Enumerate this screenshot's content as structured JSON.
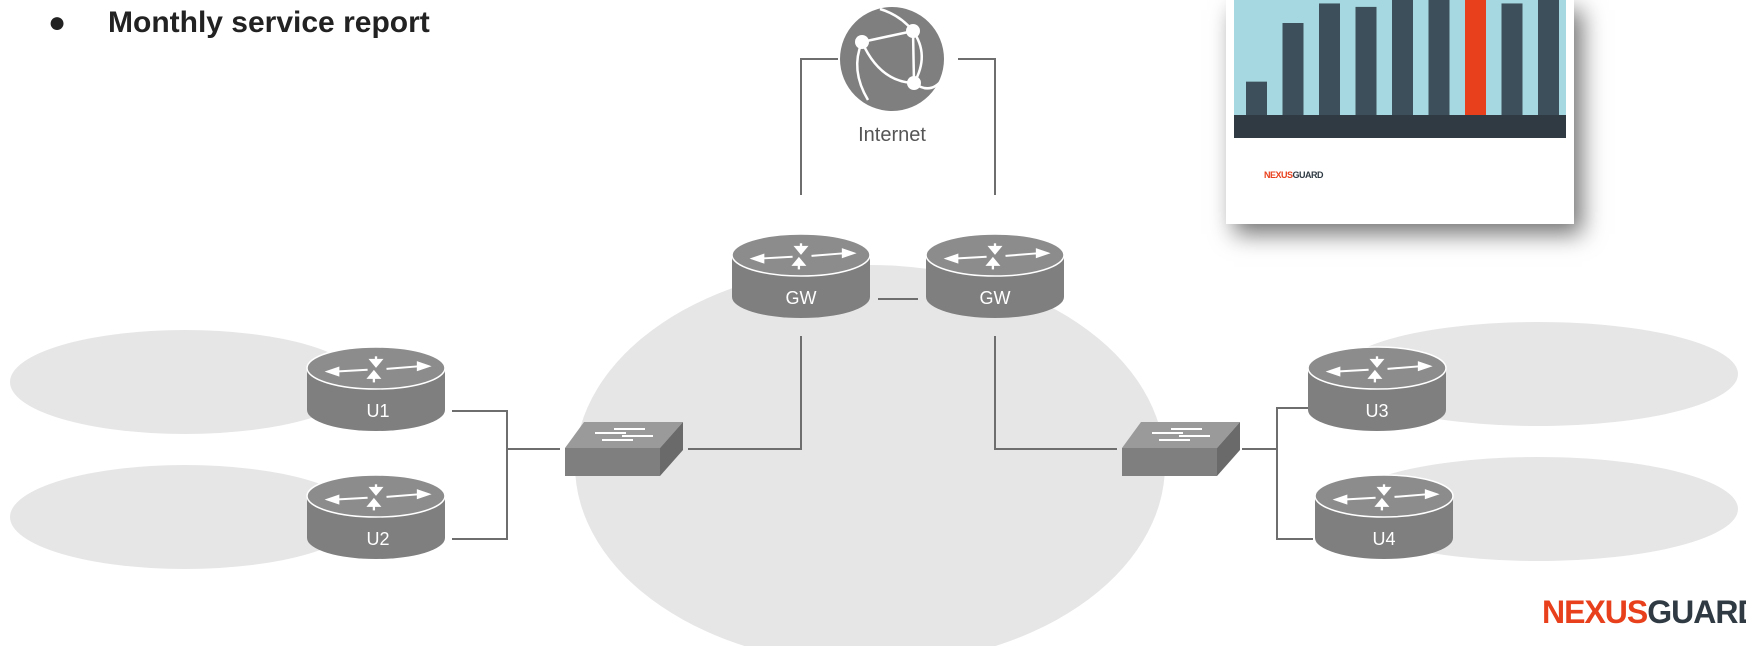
{
  "header": {
    "bullet": "●",
    "title": "Monthly service report"
  },
  "network": {
    "internet_label": "Internet",
    "gateways": [
      {
        "label": "GW"
      },
      {
        "label": "GW"
      }
    ],
    "user_routers": [
      {
        "label": "U1"
      },
      {
        "label": "U2"
      },
      {
        "label": "U3"
      },
      {
        "label": "U4"
      }
    ]
  },
  "report_thumbnail": {
    "logo_part1": "NEXUS",
    "logo_part2": "GUARD",
    "bar_levels": [
      0.29,
      0.8,
      0.97,
      0.94,
      1.0,
      1.0,
      1.0,
      0.97,
      1.0
    ],
    "highlight_index": 6
  },
  "brand": {
    "part1": "NEXUS",
    "part2": "GUARD"
  },
  "colors": {
    "device_gray": "#7f7f7f",
    "device_top": "#8c8c8c",
    "cloud": "#e6e6e6",
    "line": "#6e6e6e",
    "brand_red": "#e8401c",
    "brand_dark": "#2f3a43",
    "report_bg": "#a5d8e0",
    "report_bar": "#3d4f5a"
  }
}
